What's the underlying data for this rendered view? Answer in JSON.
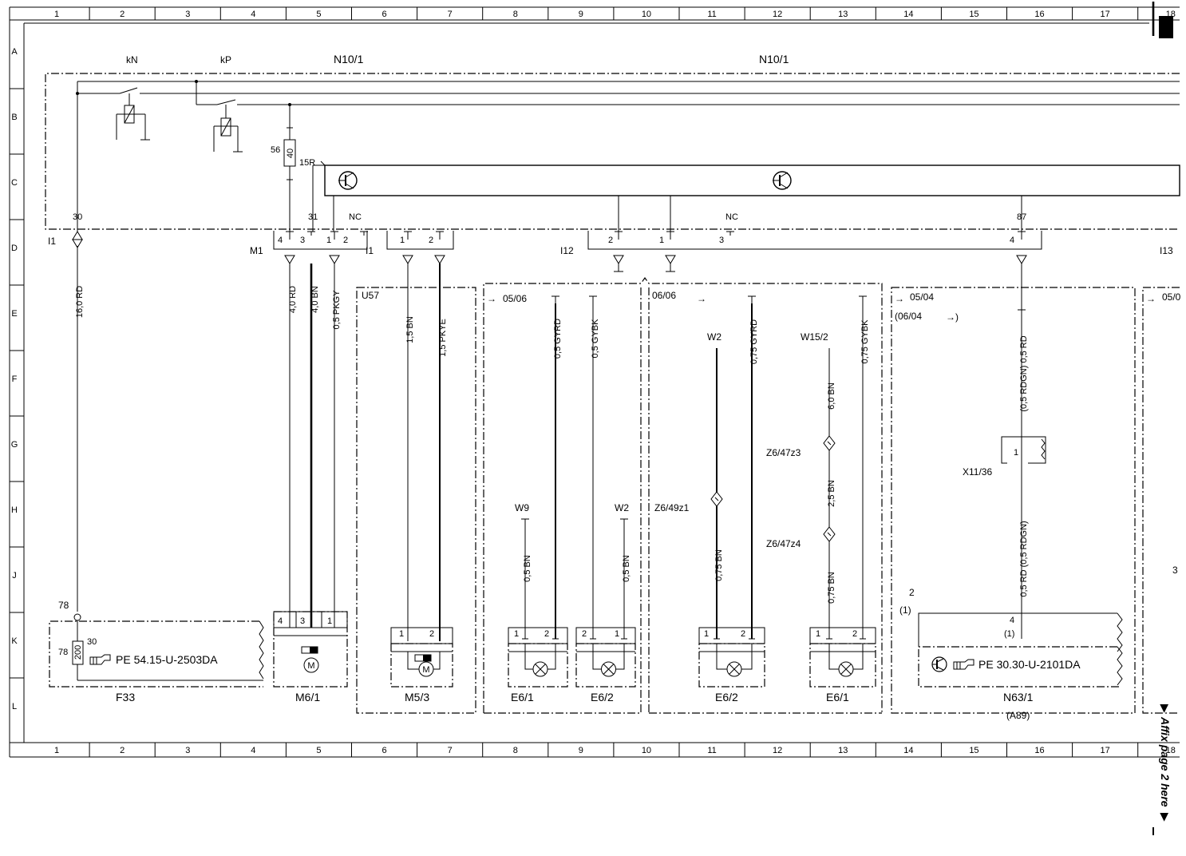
{
  "grid": {
    "columns": [
      "1",
      "2",
      "3",
      "4",
      "5",
      "6",
      "7",
      "8",
      "9",
      "10",
      "11",
      "12",
      "13",
      "14",
      "15",
      "16",
      "17",
      "18"
    ],
    "rows": [
      "A",
      "B",
      "C",
      "D",
      "E",
      "F",
      "G",
      "H",
      "J",
      "K",
      "L"
    ]
  },
  "components": {
    "kN": "kN",
    "kP": "kP",
    "n10_1_left": "N10/1",
    "n10_1_right": "N10/1",
    "u57": "U57",
    "f33": "F33",
    "m6_1": "M6/1",
    "m5_3": "M5/3",
    "e6_1_a": "E6/1",
    "e6_2_a": "E6/2",
    "e6_2_b": "E6/2",
    "e6_1_b": "E6/1",
    "n63_1": "N63/1",
    "a89": "(A89)",
    "x11_36": "X11/36",
    "z6_49z1": "Z6/49z1",
    "z6_47z3": "Z6/47z3",
    "z6_47z4": "Z6/47z4",
    "w2_a": "W2",
    "w15_2": "W15/2",
    "w9": "W9",
    "w2_b": "W2"
  },
  "connectors": {
    "i1": "I1",
    "m1": "M1",
    "i11": "I1",
    "i12": "I12",
    "i13": "I13"
  },
  "pins": {
    "p30": "30",
    "p31": "31",
    "pNC_a": "NC",
    "pNC_b": "NC",
    "p87": "87",
    "p56": "56",
    "p40": "40",
    "p15R": "15R",
    "p4": "4",
    "p3": "3",
    "p1": "1",
    "p2": "2",
    "p1b": "1",
    "p2b": "2",
    "p2c": "2",
    "p1c": "1",
    "p3c": "3",
    "p4c": "4",
    "p78": "78",
    "p78b": "78",
    "p200": "200",
    "p30b": "30",
    "m61_4": "4",
    "m61_3": "3",
    "m61_1": "1",
    "m53_1": "1",
    "m53_2": "2",
    "e61a_1": "1",
    "e61a_2": "2",
    "e62a_2": "2",
    "e62a_1": "1",
    "e62b_1": "1",
    "e62b_2": "2",
    "e61b_1": "1",
    "e61b_2": "2",
    "x1136_1": "1",
    "n631_4": "4",
    "n631_p1": "(1)",
    "n631_2": "2",
    "n631_p1b": "(1)",
    "far_3": "3"
  },
  "wires": {
    "w16rd": "16,0 RD",
    "w4rd": "4,0 RD",
    "w4bn": "4,0 BN",
    "w05pkgy": "0,5 PKGY",
    "w15bn": "1,5 BN",
    "w15pkye": "1,5 PKYE",
    "w05gyrd": "0,5 GYRD",
    "w05gybk": "0,5 GYBK",
    "w075gyrd": "0,75 GYRD",
    "w075gybk": "0,75 GYBK",
    "w05bn_a": "0,5 BN",
    "w05bn_b": "0,5 BN",
    "w075bn_a": "0,75 BN",
    "w6bn": "6,0 BN",
    "w25bn": "2,5 BN",
    "w075bn_b": "0,75 BN",
    "w05rdgn_top": "(0,5 RDGN) 0,5 RD",
    "w05rdgn_bot": "0,5 RD (0,5 RDGN)"
  },
  "refs": {
    "r0506a": "05/06",
    "r0606": "06/06",
    "r0504": "05/04",
    "r0604": "(06/04",
    "r0604_arrow": "→)",
    "r05_far": "05/0",
    "pe_f33": "PE 54.15-U-2503DA",
    "pe_n63": "PE 30.30-U-2101DA",
    "affix": "Affix page 2 here"
  }
}
